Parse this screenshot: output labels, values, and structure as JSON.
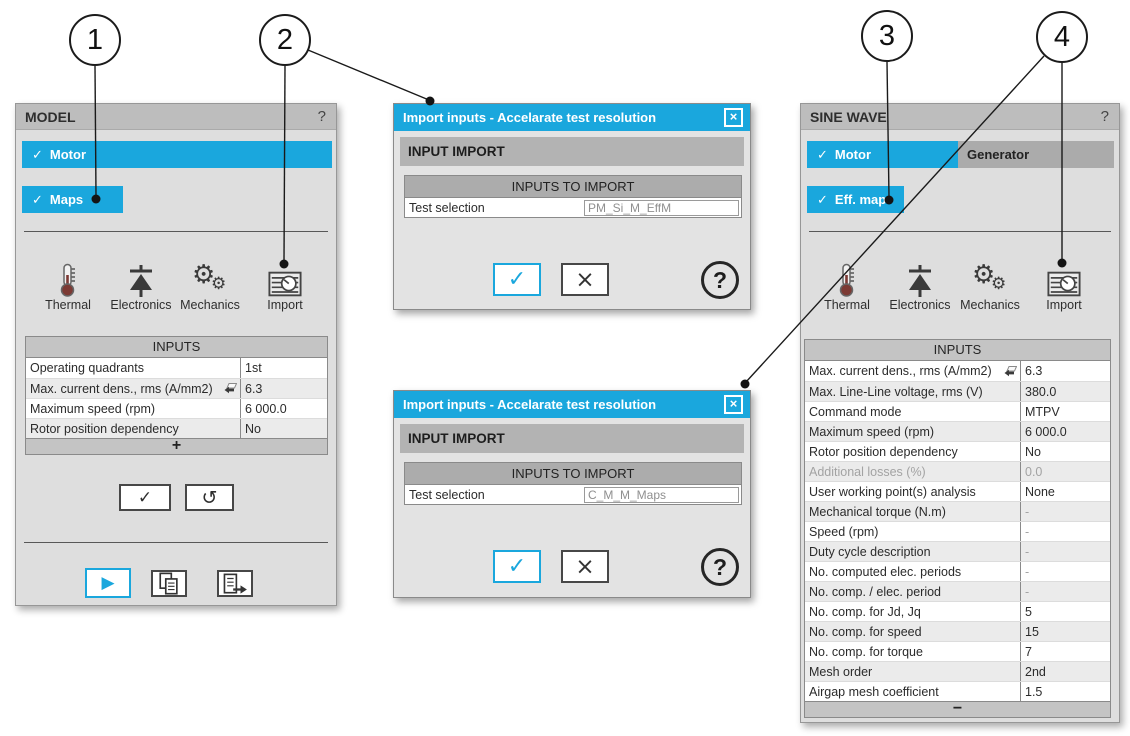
{
  "glyphs": {
    "check": "✓",
    "close": "×",
    "cross": "×",
    "reset": "↺",
    "play": "▶",
    "help": "?",
    "gear": "⚙"
  },
  "colors": {
    "accent": "#1aa7dd",
    "panel_bg": "#dedede",
    "header_bar": "#bdbdbd",
    "table_header": "#c4c4c4",
    "section_bar": "#b3b3b3",
    "generator_tab": "#ababab",
    "disabled_text": "#a3a3a3"
  },
  "callouts": [
    {
      "number": "1"
    },
    {
      "number": "2"
    },
    {
      "number": "3"
    },
    {
      "number": "4"
    }
  ],
  "model_panel": {
    "title": "MODEL",
    "motor_tab": {
      "label": "Motor"
    },
    "maps_tab": {
      "label": "Maps"
    },
    "icons": [
      {
        "label": "Thermal"
      },
      {
        "label": "Electronics"
      },
      {
        "label": "Mechanics"
      },
      {
        "label": "Import"
      }
    ],
    "inputs": {
      "header": "INPUTS",
      "rows": [
        {
          "label": "Operating quadrants",
          "value": "1st"
        },
        {
          "label": "Max. current dens., rms (A/mm2)",
          "value": "6.3",
          "flag": true
        },
        {
          "label": "Maximum speed (rpm)",
          "value": "6 000.0"
        },
        {
          "label": "Rotor position dependency",
          "value": "No"
        }
      ],
      "add_label": "+"
    }
  },
  "dialogs": [
    {
      "title": "Import inputs - Accelarate test resolution",
      "section": "INPUT IMPORT",
      "table_header": "INPUTS TO IMPORT",
      "row": {
        "label": "Test selection",
        "value": "PM_Si_M_EffM"
      }
    },
    {
      "title": "Import inputs - Accelarate test resolution",
      "section": "INPUT IMPORT",
      "table_header": "INPUTS TO IMPORT",
      "row": {
        "label": "Test selection",
        "value": "C_M_M_Maps"
      }
    }
  ],
  "sine_panel": {
    "title": "SINE WAVE",
    "motor_tab": {
      "label": "Motor"
    },
    "generator_tab": {
      "label": "Generator"
    },
    "eff_map_tab": {
      "label": "Eff. map"
    },
    "icons": [
      {
        "label": "Thermal"
      },
      {
        "label": "Electronics"
      },
      {
        "label": "Mechanics"
      },
      {
        "label": "Import"
      }
    ],
    "inputs": {
      "header": "INPUTS",
      "rows": [
        {
          "label": "Max. current dens., rms (A/mm2)",
          "value": "6.3",
          "flag": true
        },
        {
          "label": "Max. Line-Line voltage, rms (V)",
          "value": "380.0"
        },
        {
          "label": "Command mode",
          "value": "MTPV"
        },
        {
          "label": "Maximum speed (rpm)",
          "value": "6 000.0"
        },
        {
          "label": "Rotor position dependency",
          "value": "No"
        },
        {
          "label": "Additional losses (%)",
          "value": "0.0",
          "disabled": true
        },
        {
          "label": "User working point(s) analysis",
          "value": "None"
        },
        {
          "label": "Mechanical torque (N.m)",
          "value": "-",
          "dim": true
        },
        {
          "label": "Speed (rpm)",
          "value": "-",
          "dim": true
        },
        {
          "label": "Duty cycle description",
          "value": "-",
          "dim": true
        },
        {
          "label": "No. computed elec. periods",
          "value": "-",
          "dim": true
        },
        {
          "label": "No. comp. / elec. period",
          "value": "-",
          "dim": true
        },
        {
          "label": "No. comp. for Jd, Jq",
          "value": "5"
        },
        {
          "label": "No. comp. for speed",
          "value": "15"
        },
        {
          "label": "No. comp. for torque",
          "value": "7"
        },
        {
          "label": "Mesh order",
          "value": "2nd"
        },
        {
          "label": "Airgap mesh coefficient",
          "value": "1.5"
        }
      ],
      "collapse_label": "−"
    }
  }
}
